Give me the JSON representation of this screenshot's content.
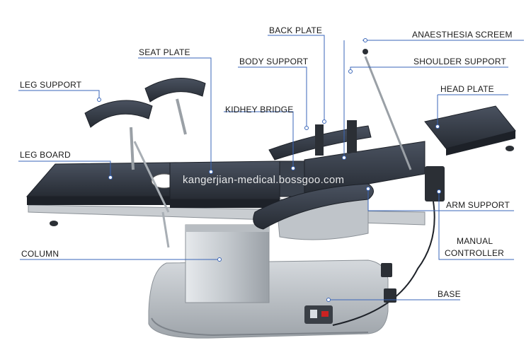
{
  "labels": {
    "back_plate": "BACK PLATE",
    "anaesthesia_screen": "ANAESTHESIA SCREEM",
    "seat_plate": "SEAT PLATE",
    "body_support": "BODY SUPPORT",
    "shoulder_support": "SHOULDER SUPPORT",
    "leg_support": "LEG SUPPORT",
    "head_plate": "HEAD PLATE",
    "kidney_bridge": "KIDHEY BRIDGE",
    "leg_board": "LEG BOARD",
    "arm_support": "ARM SUPPORT",
    "column": "COLUMN",
    "manual_controller_line1": "MANUAL",
    "manual_controller_line2": "CONTROLLER",
    "base": "BASE"
  },
  "watermark": "kangerjian-medical.bossgoo.com",
  "colors": {
    "leader_line": "#3a66b8",
    "pad": "#2e3440",
    "frame": "#aeb4ba",
    "background": "#ffffff"
  }
}
